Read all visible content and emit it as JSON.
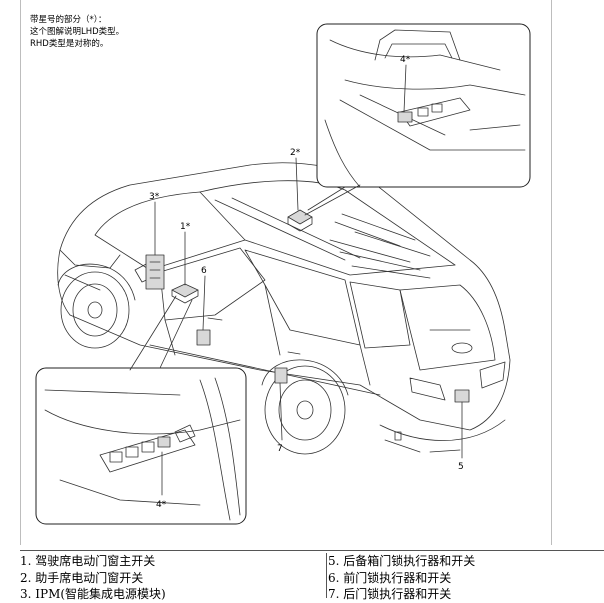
{
  "note": {
    "line1": "带星号的部分（*）：",
    "line2": "这个图解说明LHD类型。",
    "line3": "RHD类型是对称的。"
  },
  "callouts": {
    "c1": "1*",
    "c2": "2*",
    "c3": "3*",
    "c4_top": "4*",
    "c4_bottom": "4*",
    "c5": "5",
    "c6": "6",
    "c7": "7"
  },
  "legend": {
    "left": [
      "1. 驾驶席电动门窗主开关",
      "2. 助手席电动门窗开关",
      "3. IPM(智能集成电源模块)"
    ],
    "right": [
      "5. 后备箱门锁执行器和开关",
      "6. 前门锁执行器和开关",
      "7. 后门锁执行器和开关"
    ]
  },
  "colors": {
    "line": "#333333",
    "component_fill": "#d8d8d8"
  }
}
